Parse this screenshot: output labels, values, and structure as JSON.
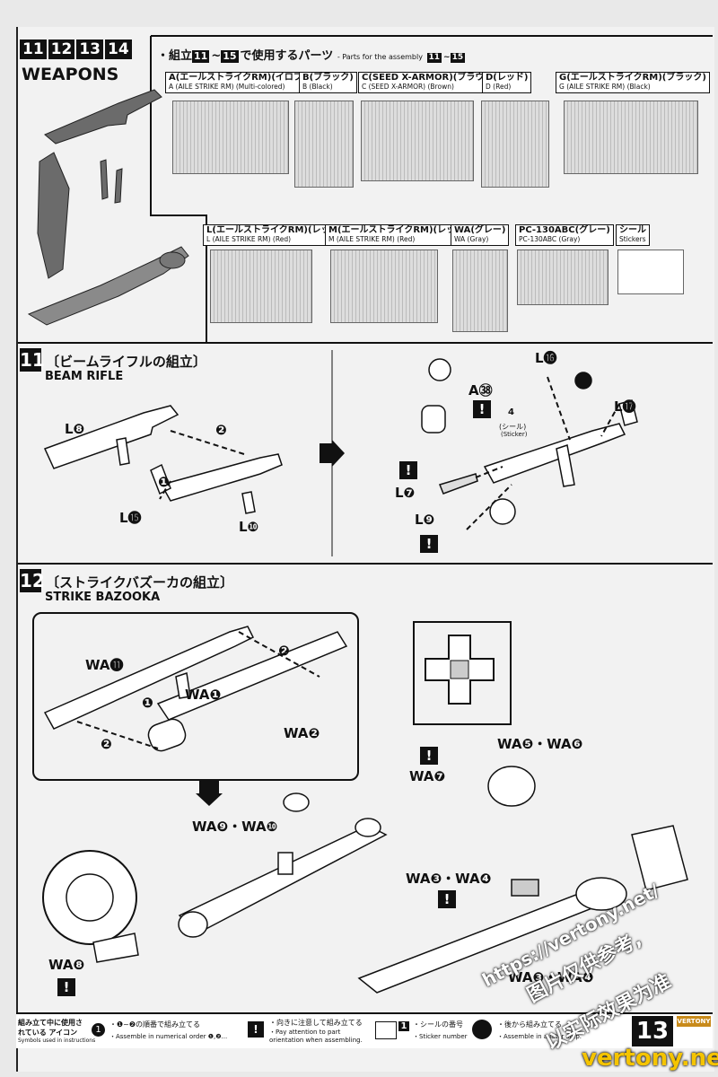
{
  "header": {
    "steps": [
      "11",
      "12",
      "13",
      "14"
    ],
    "title": "WEAPONS",
    "parts_heading_prefix": "・組立",
    "parts_heading_from": "11",
    "parts_heading_mid": "~",
    "parts_heading_to": "15",
    "parts_heading_suffix": "で使用するパーツ",
    "parts_heading_en": "- Parts for the assembly",
    "parts_heading_en_from": "11",
    "parts_heading_en_mid": "~",
    "parts_heading_en_to": "15"
  },
  "runners": [
    {
      "jp": "A(エールストライクRM)(イロプラ)",
      "en": "A (AILE STRIKE RM) (Multi-colored)"
    },
    {
      "jp": "B(ブラック)",
      "en": "B (Black)"
    },
    {
      "jp": "C(SEED X-ARMOR)(ブラウン)",
      "en": "C (SEED X-ARMOR) (Brown)"
    },
    {
      "jp": "D(レッド)",
      "en": "D (Red)"
    },
    {
      "jp": "G(エールストライクRM)(ブラック)",
      "en": "G (AILE STRIKE RM) (Black)"
    },
    {
      "jp": "L(エールストライクRM)(レッド)",
      "en": "L (AILE STRIKE RM) (Red)"
    },
    {
      "jp": "M(エールストライクRM)(レッド)",
      "en": "M (AILE STRIKE RM) (Red)"
    },
    {
      "jp": "WA(グレー)",
      "en": "WA (Gray)"
    },
    {
      "jp": "PC-130ABC(グレー)",
      "en": "PC-130ABC (Gray)"
    },
    {
      "jp": "シール",
      "en": "Stickers"
    }
  ],
  "step11": {
    "num": "11",
    "jp": "〔ビームライフルの組立〕",
    "en": "BEAM RIFLE",
    "labels": {
      "l8": "L❽",
      "l15": "L⓯",
      "l10": "L❿",
      "a38": "A㊳",
      "l16": "L⓰",
      "l17": "L⓱",
      "l7": "L❼",
      "l9": "L❾",
      "sticker_num": "4",
      "sticker_jp": "(シール)",
      "sticker_en": "(Sticker)",
      "step1": "❶",
      "step2": "❷"
    }
  },
  "step12": {
    "num": "12",
    "jp": "〔ストライクバズーカの組立〕",
    "en": "STRIKE BAZOOKA",
    "labels": {
      "wa11": "WA⓫",
      "wa1": "WA❶",
      "wa2": "WA❷",
      "wa5_6": "WA❺・WA❻",
      "wa7": "WA❼",
      "wa9_10": "WA❾・WA❿",
      "wa3_4": "WA❸・WA❹",
      "wa3_4b": "WA❸・WA❹",
      "wa8": "WA❽",
      "step1": "❶",
      "step2a": "❷",
      "step2b": "❷"
    }
  },
  "legend": {
    "icons_jp": "組み立て中に使用されている アイコン",
    "icons_en": "Symbols used in instructions",
    "order_jp": "・❶~❷の順番で組み立てる",
    "order_en": "・Assemble in numerical order ❶,❷...",
    "attention_jp": "・向きに注意して組み立てる",
    "attention_en": "・Pay attention to part orientation when assembling.",
    "sticker_jp": "・シールの番号",
    "sticker_en": "・Sticker number",
    "sticker_num": "1",
    "later_jp": "・後から組み立てる",
    "later_en": "・Assemble in a later step."
  },
  "page_number": "13",
  "brand_badge": "VERTONY",
  "watermarks": {
    "url": "https://vertony.net/",
    "cn1": "图片仅供参考,",
    "cn2": "以实际效果为准",
    "bottom": "vertony.net"
  }
}
